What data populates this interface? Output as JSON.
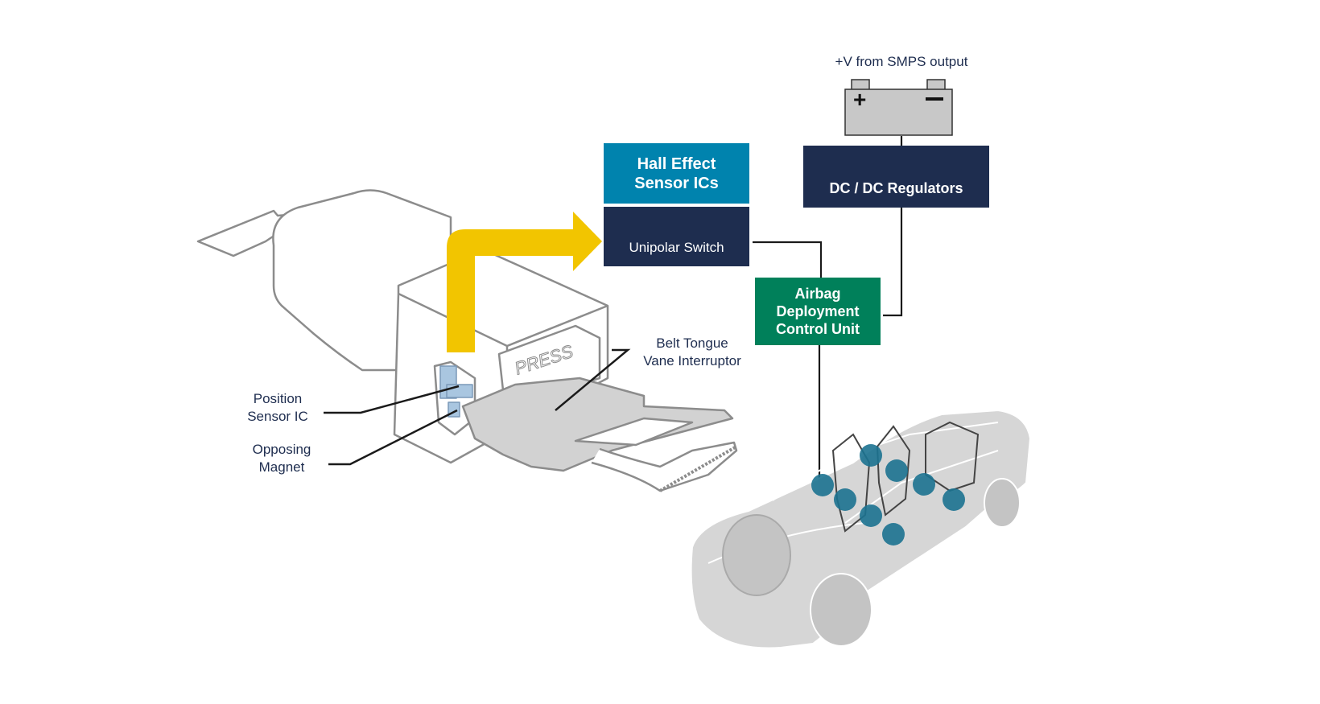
{
  "title": "Seat belt buckle Hall effect sensor to airbag deployment control unit",
  "colors": {
    "hall_header": "#0083ae",
    "navy": "#1e2d4f",
    "green": "#00805a",
    "arrow_yellow": "#f2c500",
    "sensor_blue": "#1c7391",
    "outline_gray": "#8c8c8c",
    "fill_gray": "#d2d2d2"
  },
  "power_source": {
    "label": "+V from SMPS output",
    "battery_plus": "+",
    "battery_minus": "−"
  },
  "blocks": {
    "hall_effect": {
      "title": "Hall Effect\nSensor ICs"
    },
    "unipolar_switch": {
      "label": "Unipolar Switch"
    },
    "dc_dc": {
      "label": "DC / DC Regulators"
    },
    "airbag_unit": {
      "label": "Airbag\nDeployment\nControl Unit"
    }
  },
  "callouts": {
    "position_sensor": "Position\nSensor IC",
    "opposing_magnet": "Opposing\nMagnet",
    "belt_tongue": "Belt Tongue\nVane Interruptor"
  },
  "buckle": {
    "press_text": "PRESS"
  },
  "car": {
    "airbag_sensor_count": 8
  }
}
